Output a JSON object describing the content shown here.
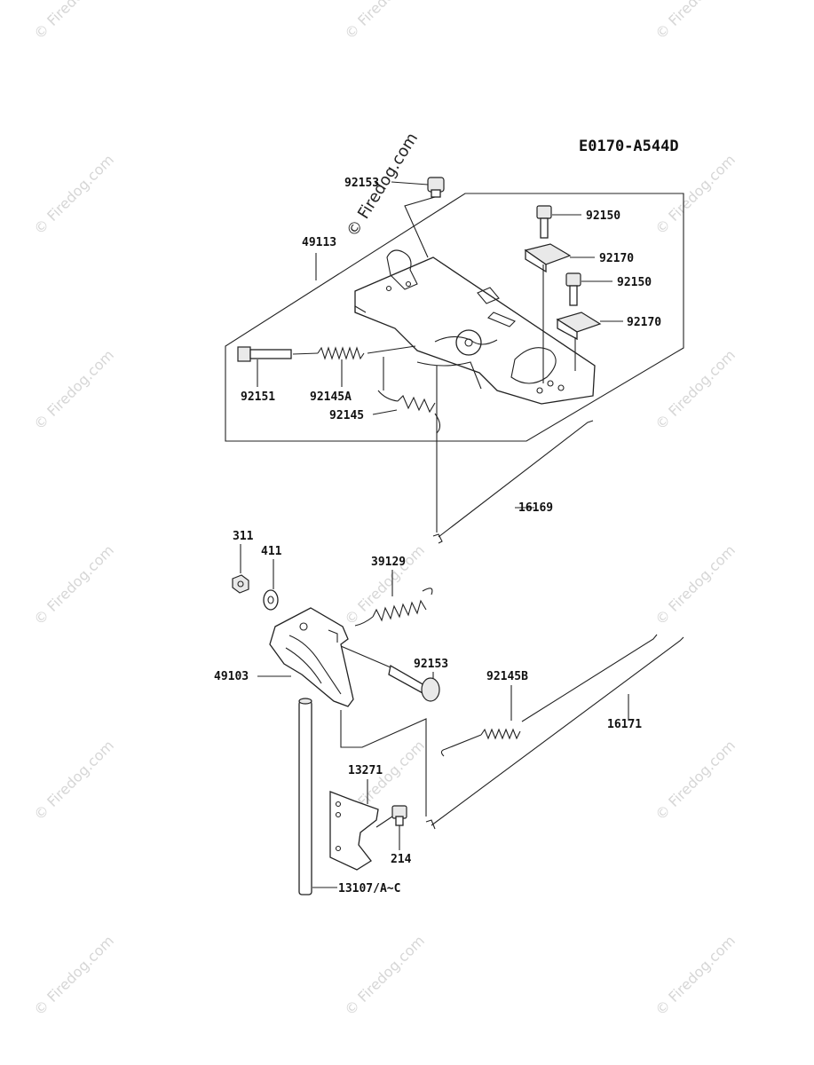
{
  "diagram_code": "E0170-A544D",
  "watermark_text": "© Firedog.com",
  "parts": {
    "p92153_top": "92153",
    "p49113": "49113",
    "p92150_a": "92150",
    "p92170_a": "92170",
    "p92150_b": "92150",
    "p92170_b": "92170",
    "p92151": "92151",
    "p92145A": "92145A",
    "p92145": "92145",
    "p16169": "16169",
    "p311": "311",
    "p411": "411",
    "p39129": "39129",
    "p92153_mid": "92153",
    "p49103": "49103",
    "p92145B": "92145B",
    "p16171": "16171",
    "p13271": "13271",
    "p214": "214",
    "p13107": "13107/A~C"
  }
}
